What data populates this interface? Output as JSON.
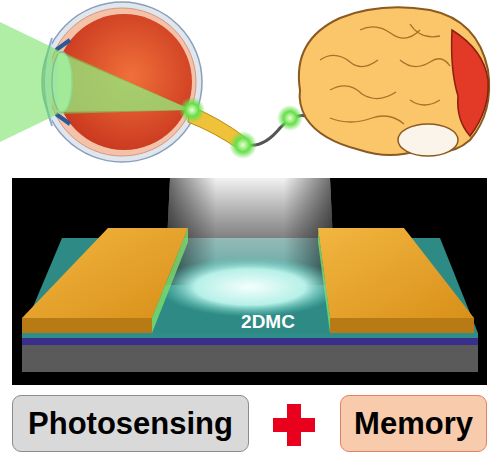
{
  "diagram": {
    "nodes": [
      {
        "text": [
          "Photosensing"
        ]
      },
      {
        "text": [
          "Memory"
        ]
      }
    ],
    "labels": [
      "2DMC"
    ]
  }
}
